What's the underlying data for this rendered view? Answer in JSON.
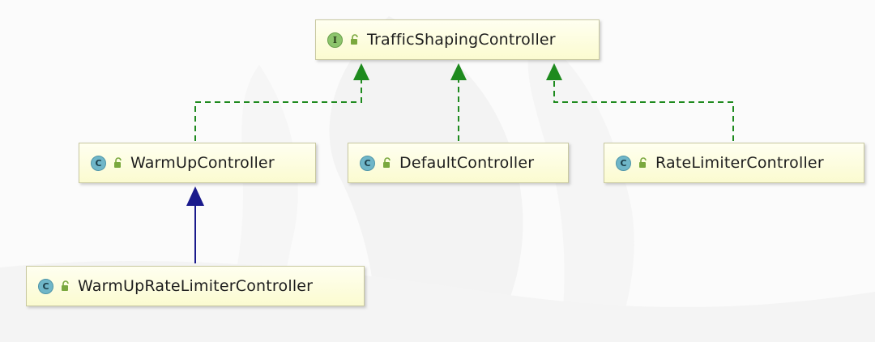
{
  "diagram": {
    "nodes": [
      {
        "id": "traffic",
        "kind": "interface",
        "badge": "I",
        "name": "TrafficShapingController"
      },
      {
        "id": "warmup",
        "kind": "class",
        "badge": "C",
        "name": "WarmUpController"
      },
      {
        "id": "default",
        "kind": "class",
        "badge": "C",
        "name": "DefaultController"
      },
      {
        "id": "ratelimiter",
        "kind": "class",
        "badge": "C",
        "name": "RateLimiterController"
      },
      {
        "id": "warmupratelimiter",
        "kind": "class",
        "badge": "C",
        "name": "WarmUpRateLimiterController"
      }
    ],
    "edges": [
      {
        "from": "warmup",
        "to": "traffic",
        "type": "implements"
      },
      {
        "from": "default",
        "to": "traffic",
        "type": "implements"
      },
      {
        "from": "ratelimiter",
        "to": "traffic",
        "type": "implements"
      },
      {
        "from": "warmupratelimiter",
        "to": "warmup",
        "type": "extends"
      }
    ],
    "colors": {
      "implements": "#1e8a1e",
      "extends": "#1a1a8c",
      "node_fill": "#fcfcd4",
      "node_border": "#c8c8a0"
    }
  }
}
